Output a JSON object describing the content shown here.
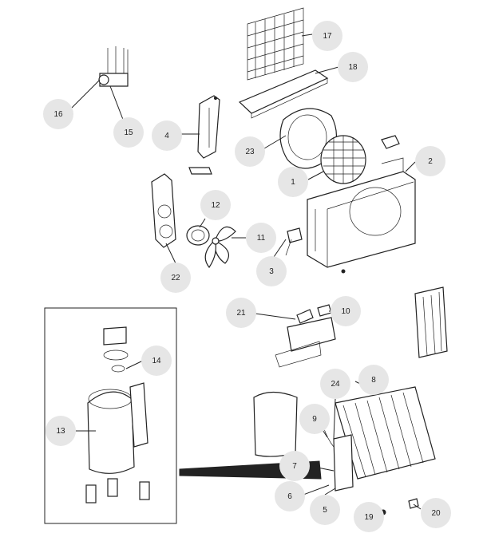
{
  "callouts": {
    "c1": "1",
    "c2": "2",
    "c3": "3",
    "c4": "4",
    "c5": "5",
    "c6": "6",
    "c7": "7",
    "c8": "8",
    "c9": "9",
    "c10": "10",
    "c11": "11",
    "c12": "12",
    "c13": "13",
    "c14": "14",
    "c15": "15",
    "c16": "16",
    "c17": "17",
    "c18": "18",
    "c19": "19",
    "c20": "20",
    "c21": "21",
    "c22": "22",
    "c23": "23",
    "c24": "24"
  },
  "colors": {
    "callout_bg": "#e6e6e6",
    "line": "#222222"
  }
}
